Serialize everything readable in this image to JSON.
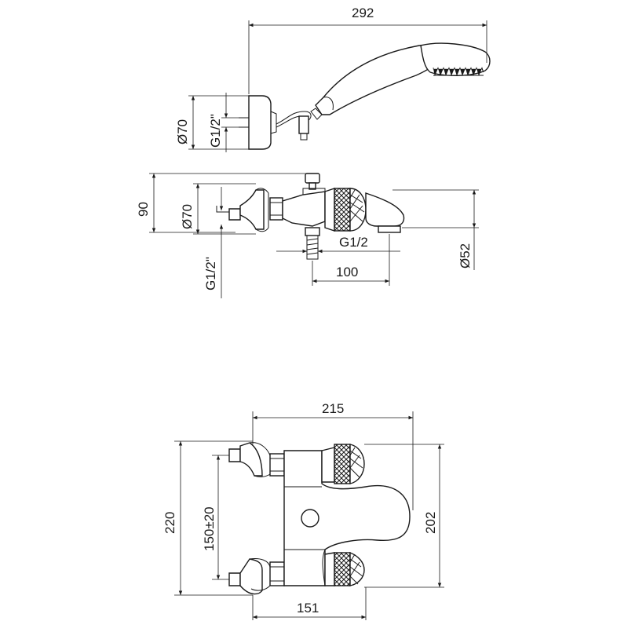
{
  "drawing": {
    "top_view": {
      "overall_width": "292",
      "holder_diameter": "Ø70",
      "holder_thread": "G1/2\""
    },
    "side_view": {
      "height": "90",
      "body_diameter": "Ø70",
      "inlet_thread": "G1/2\"",
      "outlet_thread": "G1/2",
      "spout_diameter": "Ø52",
      "projection": "100"
    },
    "front_view": {
      "overall_width": "215",
      "height": "220",
      "centres": "150±20",
      "handle_spacing": "202",
      "base_width": "151"
    }
  }
}
